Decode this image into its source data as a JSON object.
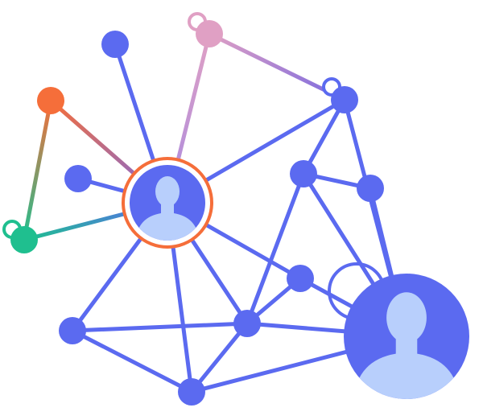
{
  "colors": {
    "primary": "#5b6af0",
    "avatar_figure": "#b8cffc",
    "highlight_ring": "#f56e3a",
    "orange": "#f56e3a",
    "pink": "#e0a0c4",
    "green": "#1fbf8f",
    "purple": "#a98be0",
    "background": "#ffffff"
  },
  "graph": {
    "nodes": [
      {
        "id": "hub-user",
        "type": "user-avatar",
        "highlighted": true
      },
      {
        "id": "big-user",
        "type": "user-avatar",
        "highlighted": false
      },
      {
        "id": "n-top-left",
        "type": "dot",
        "color": "primary"
      },
      {
        "id": "n-pink",
        "type": "dot",
        "color": "pink",
        "ring": true
      },
      {
        "id": "n-orange",
        "type": "dot",
        "color": "orange"
      },
      {
        "id": "n-left",
        "type": "dot",
        "color": "primary"
      },
      {
        "id": "n-green",
        "type": "dot",
        "color": "green",
        "ring": true
      },
      {
        "id": "n-top-right",
        "type": "dot",
        "color": "primary",
        "ring": true
      },
      {
        "id": "n-mid-right",
        "type": "dot",
        "color": "primary"
      },
      {
        "id": "n-far-right",
        "type": "dot",
        "color": "primary"
      },
      {
        "id": "n-center-right",
        "type": "dot",
        "color": "primary"
      },
      {
        "id": "n-center-low",
        "type": "dot",
        "color": "primary"
      },
      {
        "id": "n-bottom-left",
        "type": "dot",
        "color": "primary"
      },
      {
        "id": "n-bottom",
        "type": "dot",
        "color": "primary"
      }
    ],
    "edges": [
      [
        "hub-user",
        "n-top-left"
      ],
      [
        "hub-user",
        "n-pink"
      ],
      [
        "hub-user",
        "n-orange"
      ],
      [
        "hub-user",
        "n-left"
      ],
      [
        "hub-user",
        "n-green"
      ],
      [
        "n-orange",
        "n-green"
      ],
      [
        "n-pink",
        "n-top-right"
      ],
      [
        "hub-user",
        "n-top-right"
      ],
      [
        "n-top-right",
        "n-mid-right"
      ],
      [
        "n-top-right",
        "big-user"
      ],
      [
        "n-mid-right",
        "n-far-right"
      ],
      [
        "n-mid-right",
        "n-center-low"
      ],
      [
        "n-mid-right",
        "big-user"
      ],
      [
        "n-far-right",
        "big-user"
      ],
      [
        "hub-user",
        "n-center-right"
      ],
      [
        "n-center-right",
        "big-user"
      ],
      [
        "n-center-right",
        "n-center-low"
      ],
      [
        "hub-user",
        "n-center-low"
      ],
      [
        "hub-user",
        "n-bottom-left"
      ],
      [
        "hub-user",
        "n-bottom"
      ],
      [
        "n-bottom-left",
        "n-bottom"
      ],
      [
        "n-bottom-left",
        "n-center-low"
      ],
      [
        "n-bottom",
        "n-center-low"
      ],
      [
        "n-bottom",
        "big-user"
      ],
      [
        "n-center-low",
        "big-user"
      ]
    ]
  }
}
